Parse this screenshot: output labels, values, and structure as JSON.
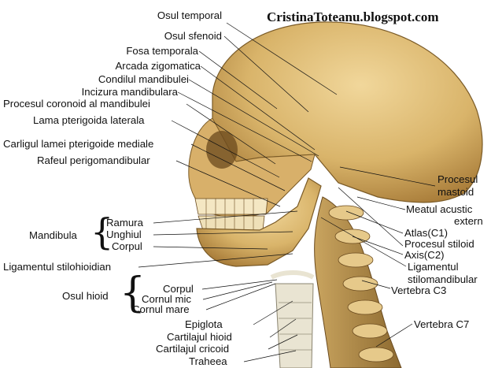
{
  "watermark": "CristinaToteanu.blogspot.com",
  "labels": {
    "osul_temporal": "Osul temporal",
    "osul_sfenoid": "Osul sfenoid",
    "fosa_temporala": "Fosa temporala",
    "arcada_zigomatica": "Arcada zigomatica",
    "condilul_mandibulei": "Condilul mandibulei",
    "incizura_mandibulara": "Incizura mandibulara",
    "procesul_coronoid": "Procesul coronoid al mandibulei",
    "lama_pterigoida": "Lama pterigoida laterala",
    "carligul": "Carligul lamei pterigoide mediale",
    "rafeul": "Rafeul perigomandibular",
    "mandibula": "Mandibula",
    "ramura": "Ramura",
    "unghiul": "Unghiul",
    "corpul_mandibula": "Corpul",
    "ligamentul_stilohioidian": "Ligamentul stilohioidian",
    "osul_hioid": "Osul hioid",
    "corpul_hioid": "Corpul",
    "cornul_mic": "Cornul mic",
    "cornul_mare": "Cornul mare",
    "epiglota": "Epiglota",
    "cartilajul_hioid": "Cartilajul hioid",
    "cartilajul_cricoid": "Cartilajul cricoid",
    "traheea": "Traheea",
    "procesul_mastoid_1": "Procesul",
    "procesul_mastoid_2": "mastoid",
    "meatul_1": "Meatul acustic",
    "meatul_2": "extern",
    "atlas": "Atlas(C1)",
    "procesul_stiloid": "Procesul stiloid",
    "axis": "Axis(C2)",
    "ligamentul_stilo_1": "Ligamentul",
    "ligamentul_stilo_2": "stilomandibular",
    "vertebra_c3": "Vertebra C3",
    "vertebra_c7": "Vertebra C7"
  }
}
